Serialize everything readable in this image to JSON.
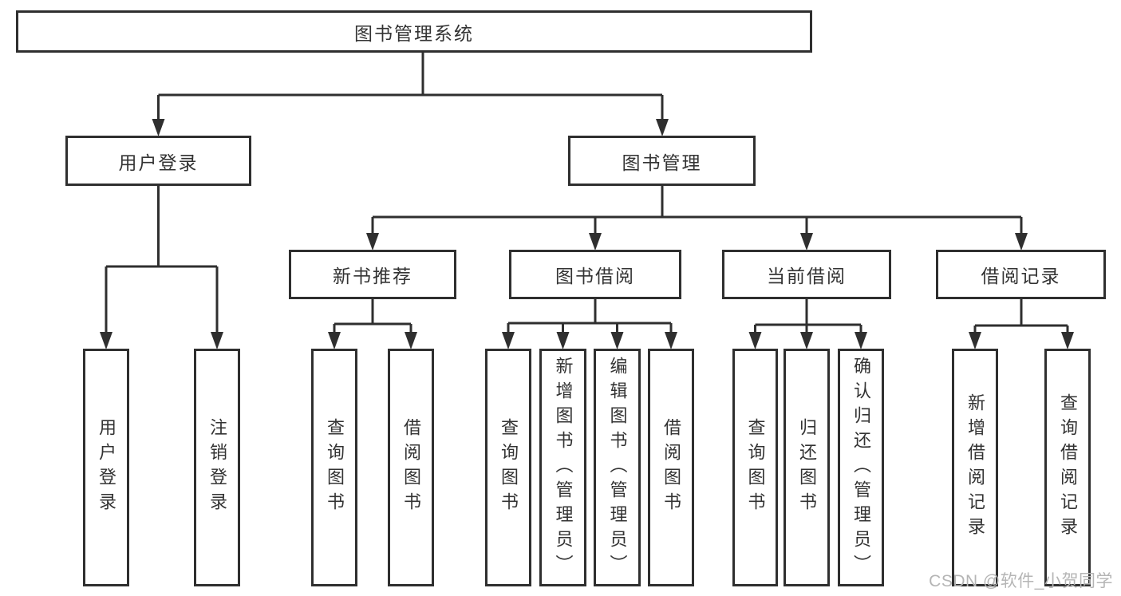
{
  "tree": {
    "label": "图书管理系统",
    "children": [
      {
        "label": "用户登录",
        "children": [
          {
            "label": "用户登录"
          },
          {
            "label": "注销登录"
          }
        ]
      },
      {
        "label": "图书管理",
        "children": [
          {
            "label": "新书推荐",
            "children": [
              {
                "label": "查询图书"
              },
              {
                "label": "借阅图书"
              }
            ]
          },
          {
            "label": "图书借阅",
            "children": [
              {
                "label": "查询图书"
              },
              {
                "label": "新增图书（管理员）"
              },
              {
                "label": "编辑图书（管理员）"
              },
              {
                "label": "借阅图书"
              }
            ]
          },
          {
            "label": "当前借阅",
            "children": [
              {
                "label": "查询图书"
              },
              {
                "label": "归还图书"
              },
              {
                "label": "确认归还（管理员）"
              }
            ]
          },
          {
            "label": "借阅记录",
            "children": [
              {
                "label": "新增借阅记录"
              },
              {
                "label": "查询借阅记录"
              }
            ]
          }
        ]
      }
    ]
  },
  "watermark": {
    "text": "CSDN @软件_小贺同学"
  },
  "colors": {
    "line": "#2f2f2f",
    "box_border": "#2f2f2f",
    "text": "#333333",
    "watermark": "#b5b5b5",
    "background": "#ffffff"
  }
}
